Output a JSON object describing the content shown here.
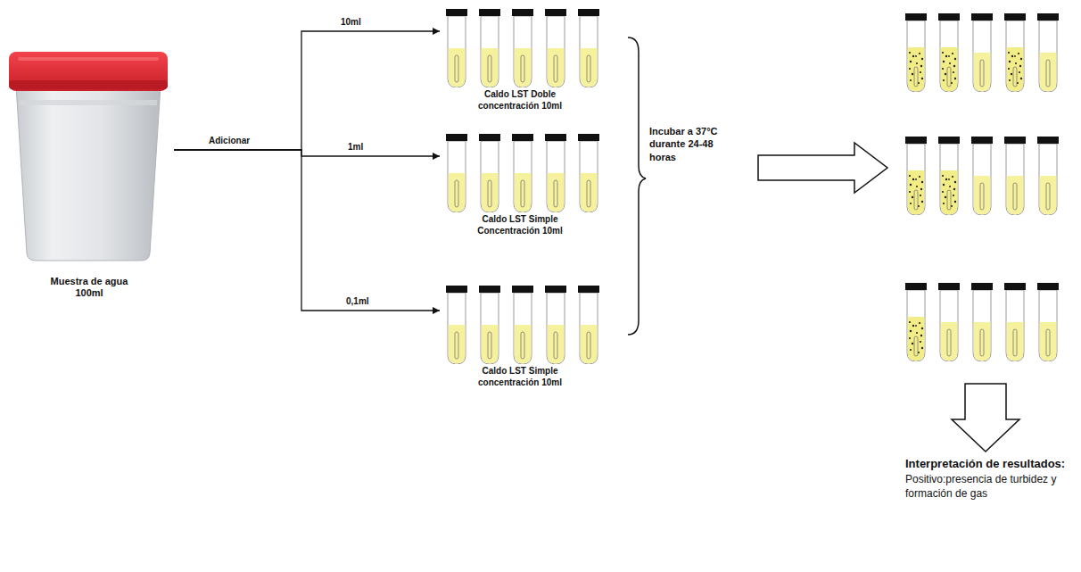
{
  "diagram": {
    "nodes": [
      {
        "text": [
          "Muestra de agua 100ml"
        ]
      },
      {
        "text": [
          "Caldo LST Doble concentración 10ml"
        ]
      },
      {
        "text": [
          "Caldo LST Simple Concentración 10ml"
        ]
      },
      {
        "text": [
          "Caldo LST Simple concentración 10ml"
        ]
      }
    ],
    "edges": [
      {
        "from": 0,
        "to": 1,
        "arrow": "to",
        "label": "10ml"
      },
      {
        "from": 0,
        "to": 2,
        "arrow": "to",
        "label": "1ml"
      },
      {
        "from": 0,
        "to": 3,
        "arrow": "to",
        "label": "0,1ml"
      }
    ],
    "labels": [
      "Adicionar",
      "Incubar a 37°C durante 24-48 horas",
      "Interpretación de resultados:",
      "Positivo:presencia de turbidez y formación de gas"
    ]
  }
}
